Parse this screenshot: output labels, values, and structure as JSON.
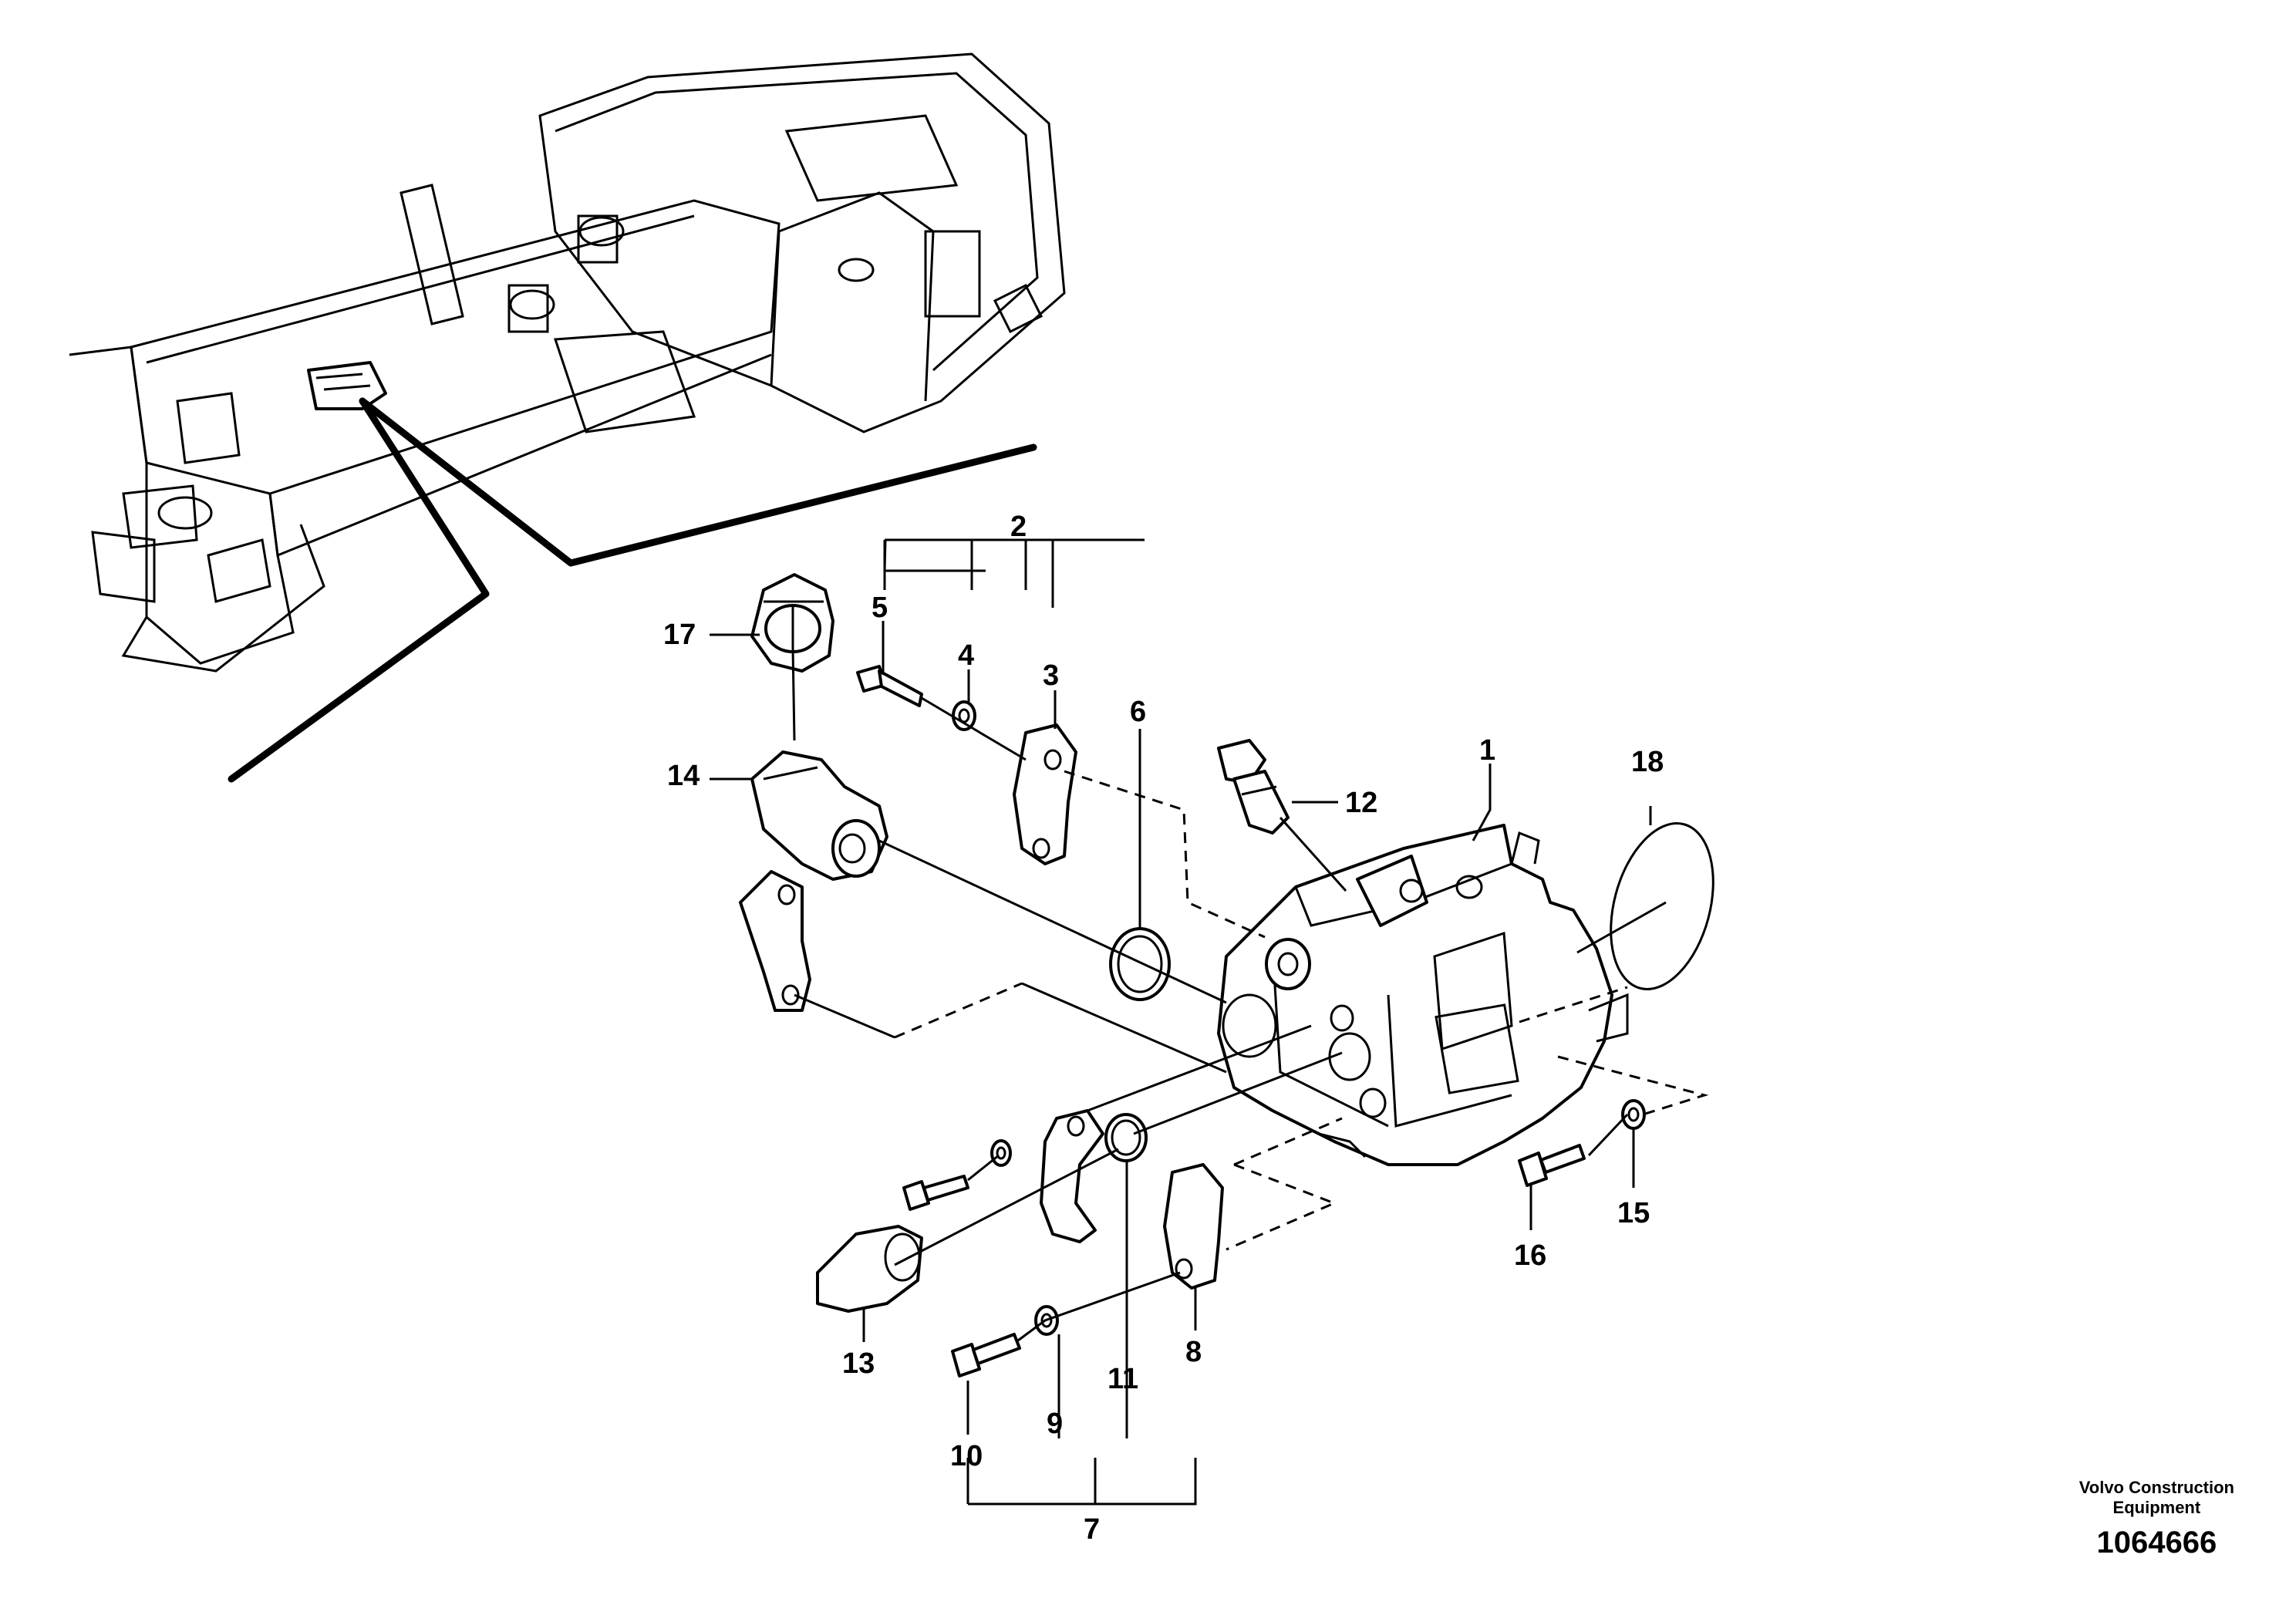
{
  "labels": {
    "p1": "1",
    "p2": "2",
    "p3": "3",
    "p4": "4",
    "p5": "5",
    "p6": "6",
    "p7": "7",
    "p8": "8",
    "p9": "9",
    "p10": "10",
    "p11": "11",
    "p12": "12",
    "p13": "13",
    "p14": "14",
    "p15": "15",
    "p16": "16",
    "p17": "17",
    "p18": "18"
  },
  "caption": {
    "brand_line1": "Volvo Construction",
    "brand_line2": "Equipment",
    "number": "1064666"
  }
}
